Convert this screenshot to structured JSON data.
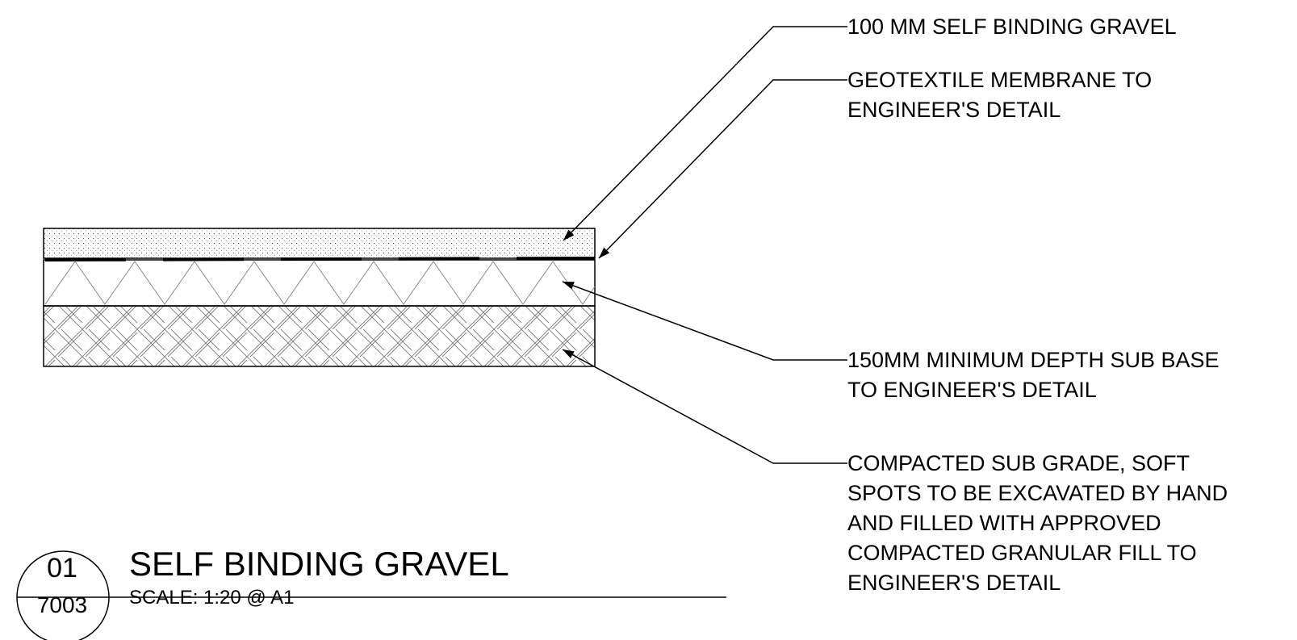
{
  "callouts": [
    {
      "lines": [
        "100 MM SELF BINDING GRAVEL"
      ]
    },
    {
      "lines": [
        "GEOTEXTILE MEMBRANE TO",
        "ENGINEER'S DETAIL"
      ]
    },
    {
      "lines": [
        "150MM MINIMUM DEPTH SUB BASE",
        "TO ENGINEER'S DETAIL"
      ]
    },
    {
      "lines": [
        "COMPACTED SUB GRADE, SOFT",
        "SPOTS TO BE EXCAVATED BY HAND",
        "AND FILLED WITH APPROVED",
        "COMPACTED GRANULAR FILL TO",
        "ENGINEER'S DETAIL"
      ]
    }
  ],
  "title_block": {
    "detail_number": "01",
    "sheet_number": "7003",
    "title": "SELF BINDING GRAVEL",
    "scale": "SCALE:  1:20 @ A1"
  }
}
